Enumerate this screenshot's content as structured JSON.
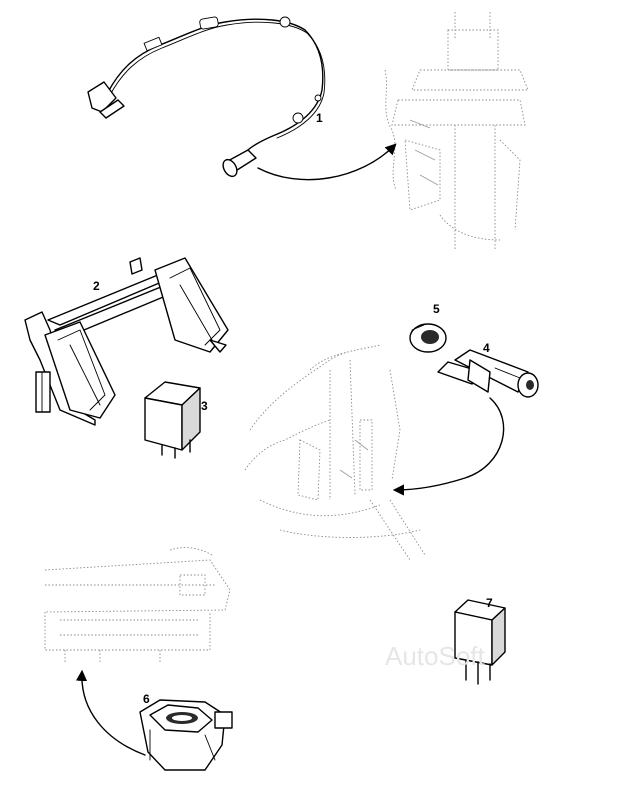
{
  "callouts": {
    "c1": "1",
    "c2": "2",
    "c3": "3",
    "c4": "4",
    "c5": "5",
    "c6": "6",
    "c7": "7"
  },
  "watermark": "AutoSoft",
  "colors": {
    "ink": "#000000",
    "ghost": "#8a8a8a",
    "watermark": "#e6e6e6"
  }
}
